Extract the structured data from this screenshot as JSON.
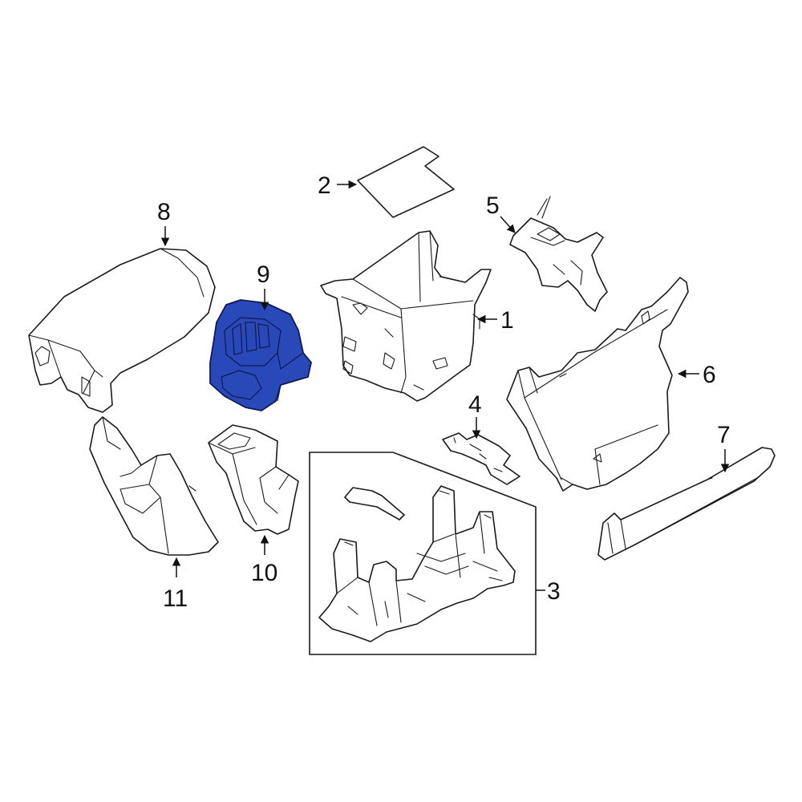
{
  "diagram": {
    "highlight_color": "#2a49b8",
    "highlight_outline": "#0f1a55",
    "line_color": "#1a1a1a",
    "callouts": {
      "c1": "1",
      "c2": "2",
      "c3": "3",
      "c4": "4",
      "c5": "5",
      "c6": "6",
      "c7": "7",
      "c8": "8",
      "c9": "9",
      "c10": "10",
      "c11": "11"
    },
    "highlighted_part": "9"
  }
}
